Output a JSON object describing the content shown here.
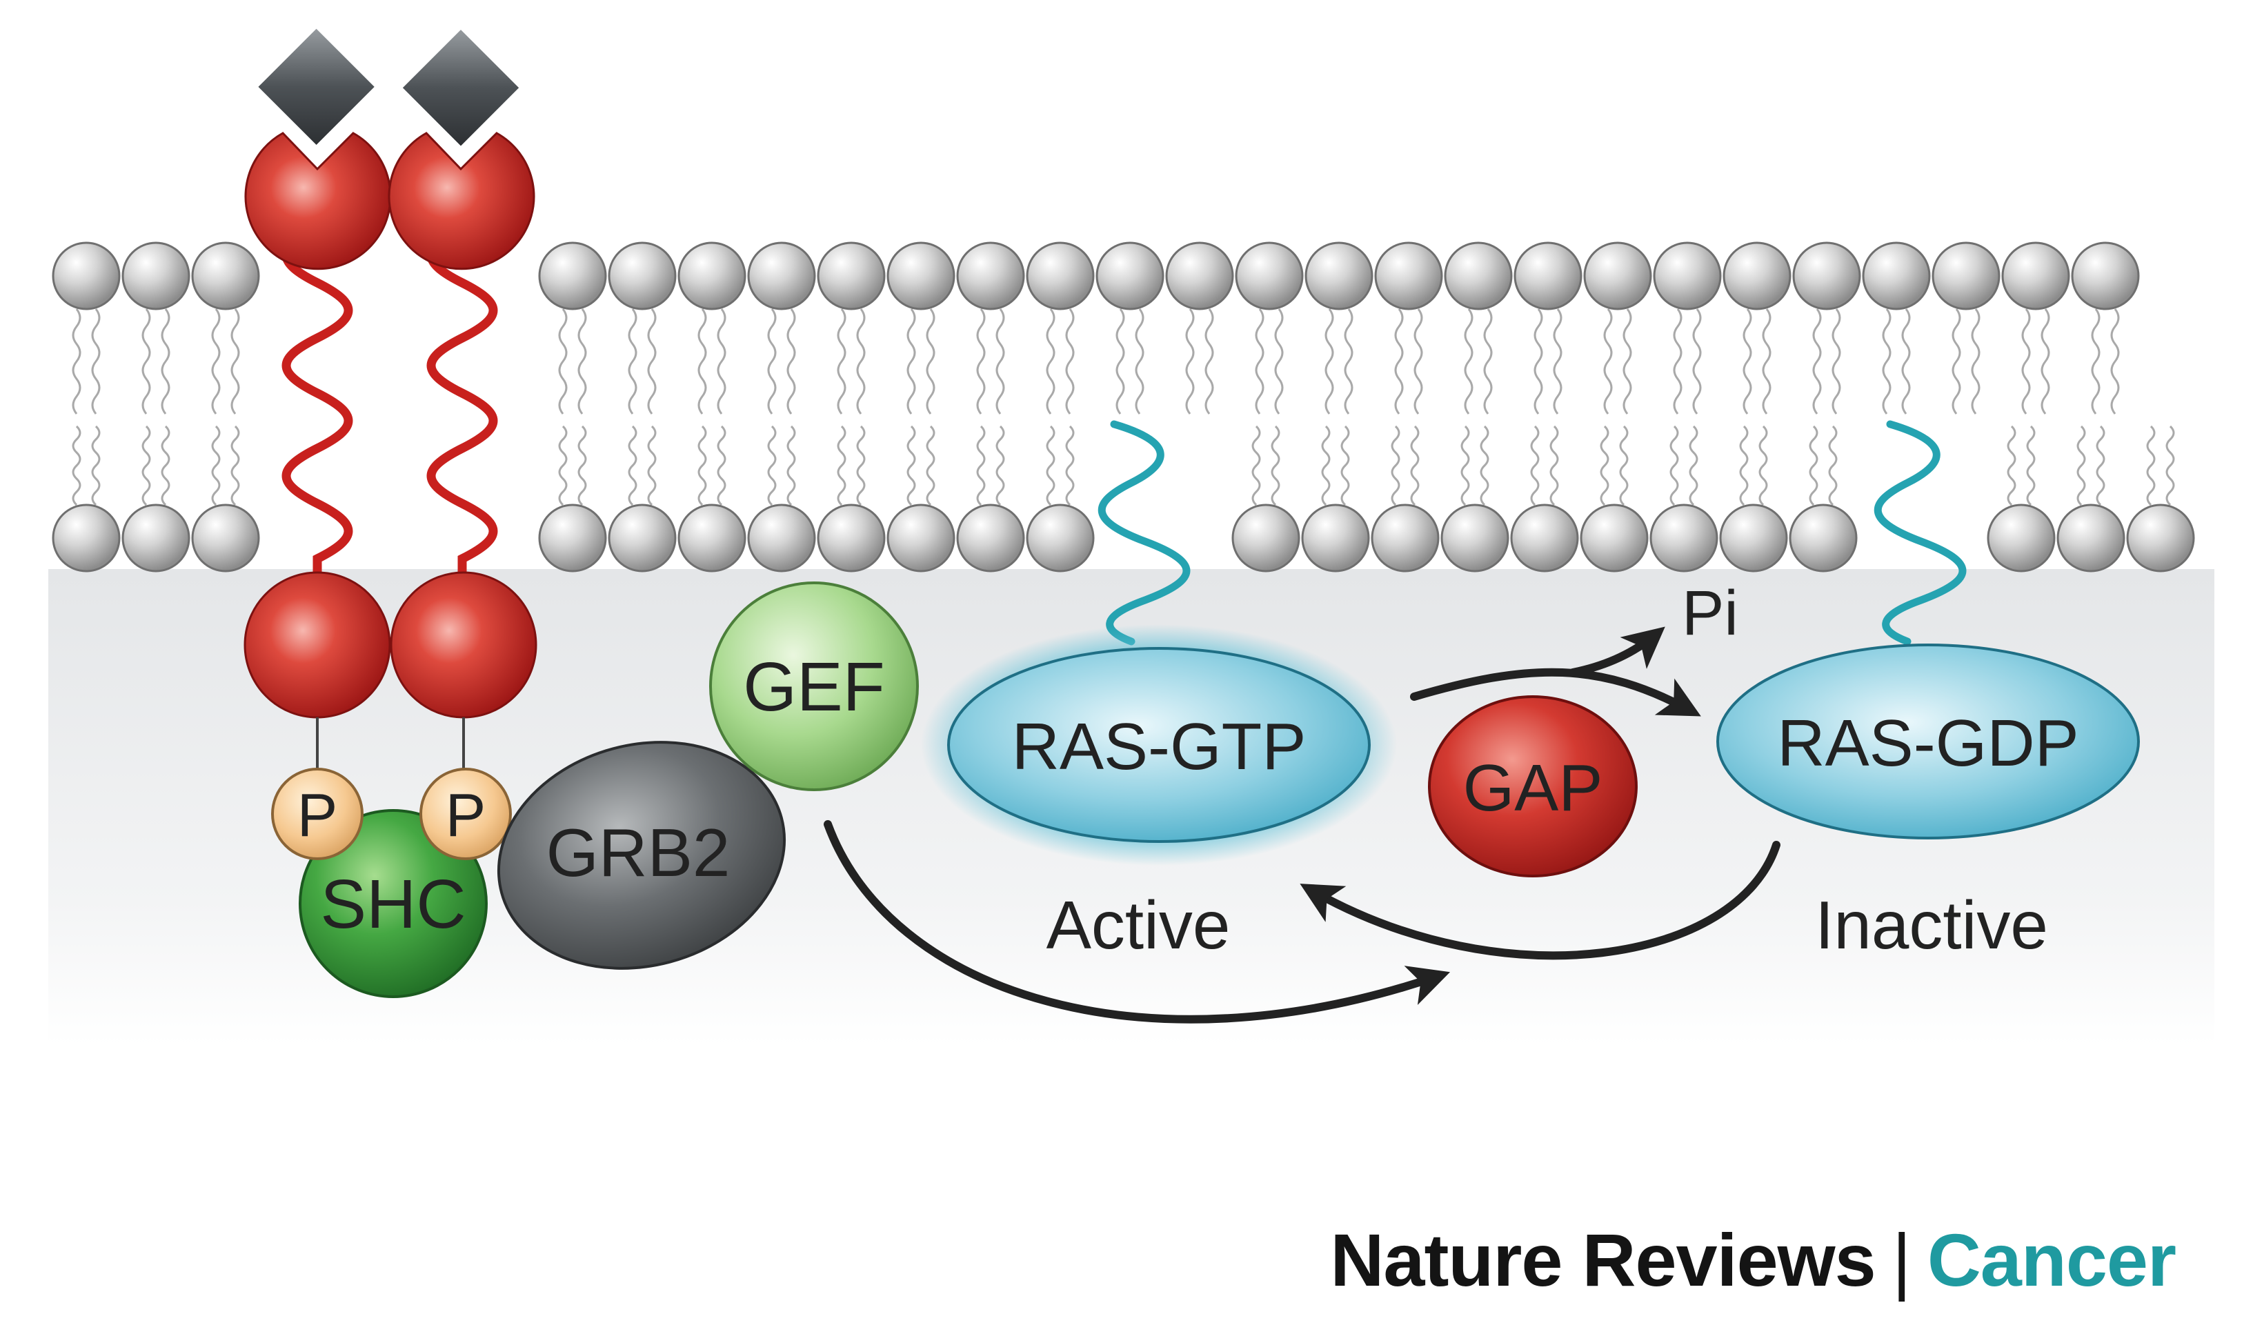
{
  "labels": {
    "phosphate_left": "P",
    "phosphate_right": "P",
    "shc": "SHC",
    "grb2": "GRB2",
    "gef": "GEF",
    "ras_gtp": "RAS-GTP",
    "ras_gdp": "RAS-GDP",
    "gap": "GAP",
    "pi": "Pi",
    "active": "Active",
    "inactive": "Inactive"
  },
  "footer": {
    "journal": "Nature Reviews",
    "separator": "|",
    "section": "Cancer"
  },
  "colors": {
    "receptor_red": "#c8201d",
    "shc_green": "#3a9c3c",
    "grb2_gray": "#55595c",
    "gef_green": "#9bd182",
    "ras_blue": "#47b1cc",
    "gap_red": "#c9211f",
    "phosphate_tan": "#f6c991",
    "lipid_gray": "#a9a9a9",
    "anchor_teal": "#25a3b1",
    "arrow_dark": "#222222",
    "footer_accent": "#1f9aa0"
  },
  "icons": {
    "ligand": "diamond-ligand-icon",
    "receptor": "receptor-icon",
    "arrows": "curved-arrow-icon"
  }
}
